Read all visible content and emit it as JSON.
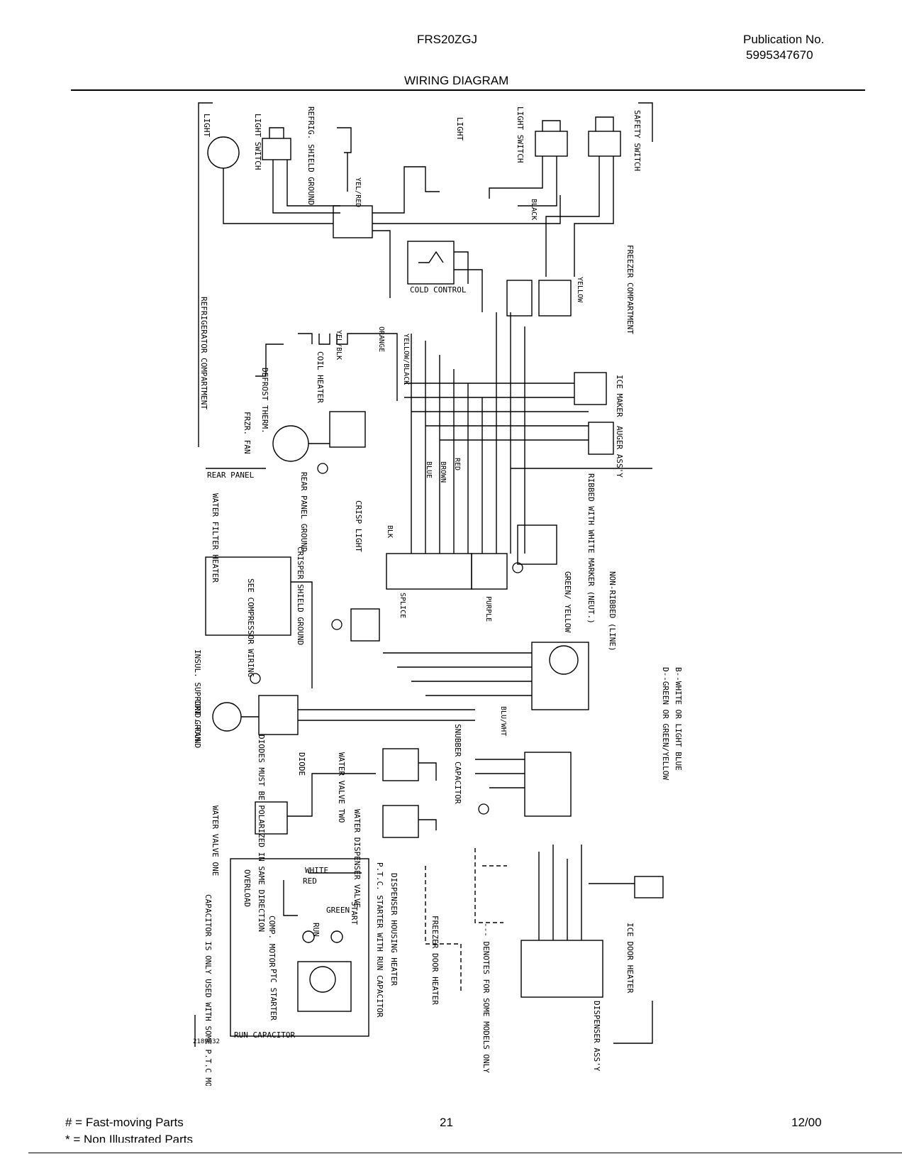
{
  "header": {
    "model": "FRS20ZGJ",
    "publication_label": "Publication No.",
    "publication_number": "5995347670",
    "title": "WIRING DIAGRAM"
  },
  "diagram": {
    "labels": {
      "light_left": "LIGHT",
      "light_switch_left": "LIGHT SWITCH",
      "refrig_shield_ground": "REFRIG. SHIELD GROUND",
      "light_center": "LIGHT",
      "light_switch_right": "LIGHT SWITCH",
      "safety_switch": "SAFETY SWITCH",
      "freezer_compartment": "FREEZER COMPARTMENT",
      "refrigerator_compartment": "REFRIGERATOR COMPARTMENT",
      "cold_control": "COLD CONTROL",
      "coil_heater": "COIL HEATER",
      "defrost_therm": "DEFROST THERM.",
      "frzr_fan": "FRZR. FAN",
      "ice_maker": "ICE MAKER",
      "auger_assy": "AUGER ASS'Y",
      "rear_panel": "REAR PANEL",
      "rear_panel_ground": "REAR PANEL GROUND",
      "water_filter_heater": "WATER FILTER HEATER",
      "crisp_light": "CRISP LIGHT",
      "crisper_shield_ground": "CRISPER SHIELD GROUND",
      "see_compressor_wiring": "SEE COMPRESSOR WIRING",
      "insul_support_ground": "INSUL. SUPPORT GROUND",
      "cond_fan": "COND. FAN",
      "diodes_note": "DIODES MUST BE POLARIZED IN SAME DIRECTION",
      "diode": "DIODE",
      "water_valve_two": "WATER VALVE TWO",
      "water_valve_one": "WATER VALVE ONE",
      "water_dispenser_valve": "WATER DISPENSER VALVE",
      "snubber_capacitor": "SNUBBER CAPACITOR",
      "ribbed_note": "RIBBED WITH WHITE MARKER (NEUT.)",
      "non_ribbed": "NON-RIBBED (LINE)",
      "green_yellow": "GREEN/ YELLOW",
      "wire_code_b": "B--WHITE OR LIGHT BLUE",
      "wire_code_d": "D--GREEN OR GREEN/YELLOW",
      "ptc_starter_note": "P.T.C. STARTER WITH RUN CAPACITOR",
      "dispenser_housing_heater": "DISPENSER HOUSING HEATER",
      "freezer_door_heater": "FREEZER DOOR HEATER",
      "denotes_note": "--- DENOTES FOR SOME MODELS ONLY",
      "ice_door_heater": "ICE DOOR HEATER",
      "dispenser_assy": "DISPENSER ASS'Y",
      "capacitor_note": "CAPACITOR IS ONLY USED WITH SOME P.T.C MODELS",
      "overload": "OVERLOAD",
      "comp_motor": "COMP. MOTOR",
      "ptc_starter": "PTC STARTER",
      "run_capacitor": "RUN CAPACITOR",
      "start": "START",
      "run": "RUN",
      "white": "WHITE",
      "red": "RED",
      "green": "GREEN",
      "drawing_number": "2189032"
    },
    "wire_colors": [
      "YEL/RED",
      "BLACK",
      "YELLOW",
      "YELLOW/BLACK",
      "ORANGE",
      "BLUE",
      "BROWN",
      "RED",
      "BLK",
      "YEL/BLK",
      "PURPLE",
      "BLU/WHT",
      "SPLICE"
    ]
  },
  "footer": {
    "fast_moving": "# = Fast-moving Parts",
    "non_illustrated": "* = Non Illustrated Parts",
    "page_number": "21",
    "date": "12/00"
  }
}
